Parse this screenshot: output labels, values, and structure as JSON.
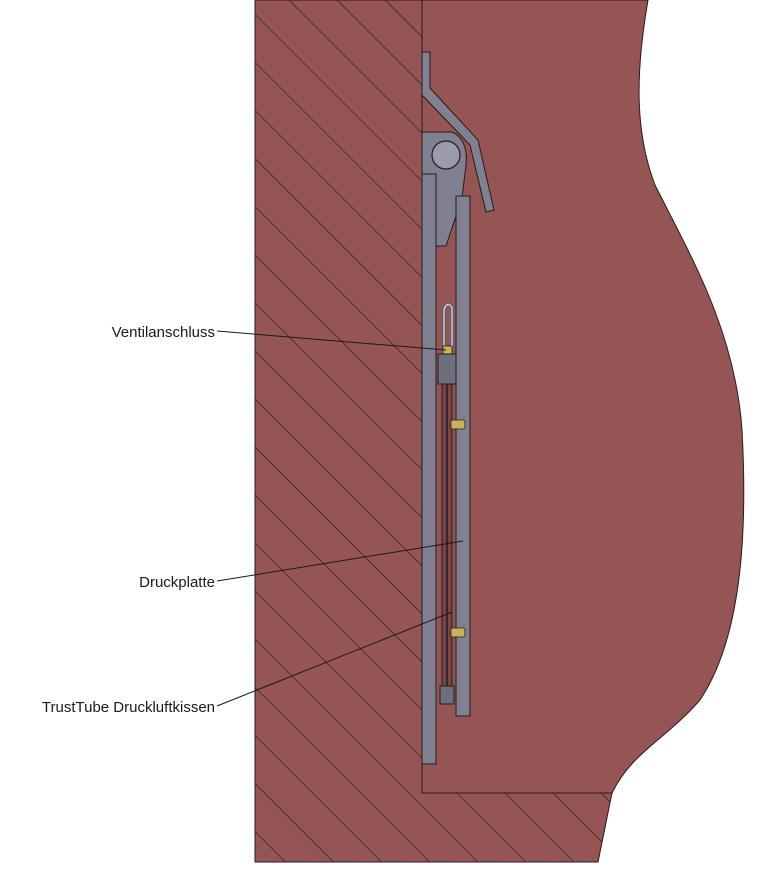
{
  "labels": {
    "valve_connection": "Ventilanschluss",
    "pressure_plate": "Druckplatte",
    "air_cushion": "TrustTube Druckluftkissen"
  },
  "colors": {
    "body_fill": "#955555",
    "hatch_line": "#1e1010",
    "outline": "#2a1a1a",
    "steel_fill": "#7f8090",
    "steel_dark": "#5c5d6b",
    "brass": "#c8b45a",
    "tube": "#2b2b2b"
  }
}
